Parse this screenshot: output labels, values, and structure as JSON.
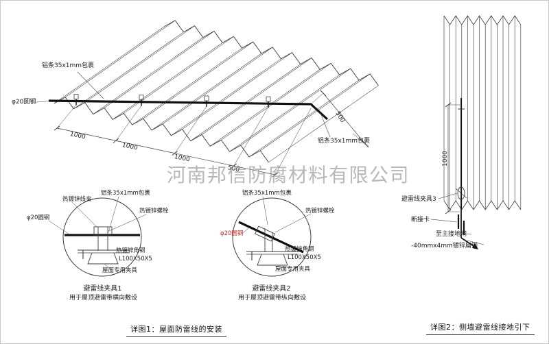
{
  "watermark": {
    "text": "河南邦信防腐材料有限公司"
  },
  "roof_view": {
    "strip_label": "铝条35x1mm包裹",
    "round_steel_label": "φ20圆钢",
    "strip_label_right": "铝条35x1mm包裹",
    "dims": [
      "1000",
      "1000",
      "1000",
      "500",
      "500"
    ]
  },
  "detail1": {
    "wire_clamp": "热镀锌线夹",
    "strip": "铝条35x1mm包裹",
    "bolt": "热镀锌螺栓",
    "round_steel": "φ20圆钢",
    "angle_steel": "热镀锌角钢",
    "angle_size": "L100X50X5",
    "roof_clamp": "屋面专用夹具",
    "title": "避雷线夹具1",
    "subtitle": "用于屋顶避雷带横向敷设"
  },
  "detail2": {
    "strip": "铝条35x1mm包裹",
    "bolt": "热镀锌螺栓",
    "round_steel": "φ20圆钢",
    "angle_steel": "热镀锌角钢",
    "angle_size": "L100X50X5",
    "roof_clamp": "屋面专用夹具",
    "title": "避雷线夹具2",
    "subtitle": "用于屋顶避雷带纵向敷设"
  },
  "wall_view": {
    "dim": "1000",
    "clamp3": "避雷线夹具3",
    "disconnect": "断接卡",
    "to_ground": "至主接地网",
    "flat_steel": "-40mmx4mm镀锌扁钢"
  },
  "captions": {
    "fig1": "详图1：屋面防雷线的安装",
    "fig2": "详图2：侧墙避雷线接地引下"
  }
}
